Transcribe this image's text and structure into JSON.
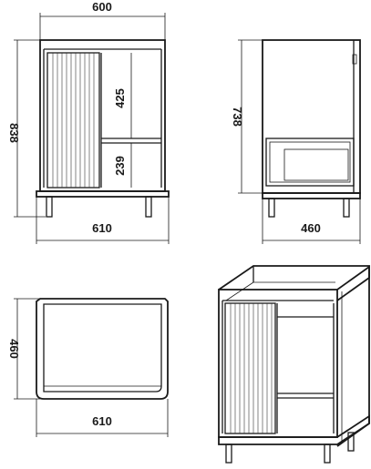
{
  "front_view": {
    "top_width": "600",
    "height": "838",
    "upper_drawer": "425",
    "lower_drawer": "239",
    "base_width": "610"
  },
  "side_view": {
    "height": "738",
    "depth": "460"
  },
  "top_view": {
    "depth": "460",
    "width": "610"
  },
  "colors": {
    "ink": "#1a1a1a",
    "paper": "#ffffff"
  }
}
